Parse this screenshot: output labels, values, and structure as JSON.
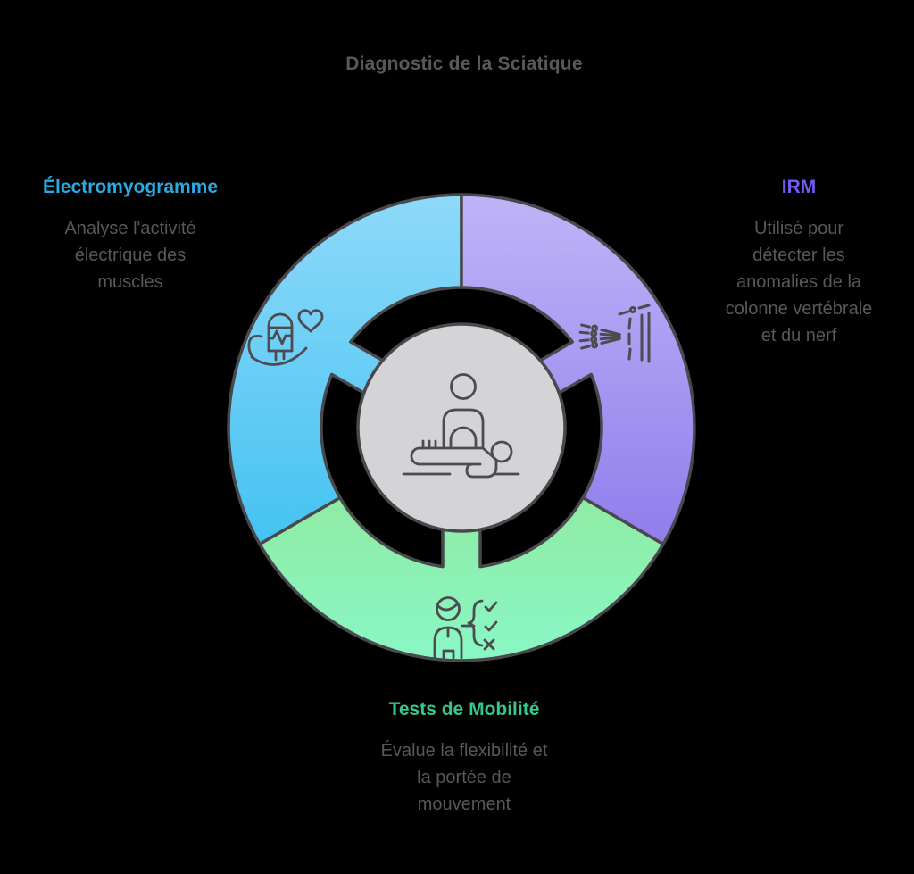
{
  "title": "Diagnostic de la Sciatique",
  "title_color": "#58595B",
  "background": "#000000",
  "outline_color": "#49494D",
  "sections": [
    {
      "id": "electromyogramme",
      "label": "Électromyogramme",
      "description": "Analyse l'activité électrique des muscles",
      "accent": "#29ABE2",
      "gradient_top": "#8ED9F9",
      "gradient_bottom": "#43C2F2",
      "icon": "hand-holding-ecg-monitor-with-heart"
    },
    {
      "id": "irm",
      "label": "IRM",
      "description": "Utilisé pour détecter les anomalies de la colonne vertébrale et du nerf",
      "accent": "#7459F2",
      "gradient_top": "#BFB4F7",
      "gradient_bottom": "#8F7DEC",
      "icon": "skeletal-hand-xray"
    },
    {
      "id": "tests_mobilite",
      "label": "Tests de Mobilité",
      "description": "Évalue la flexibilité et la portée de mouvement",
      "accent": "#36C78B",
      "gradient_top": "#8FEBA2",
      "gradient_bottom": "#89F7C6",
      "icon": "person-with-checklist"
    }
  ],
  "center": {
    "fill": "#D4D3D5",
    "icon": "physiotherapy-massage-table"
  }
}
